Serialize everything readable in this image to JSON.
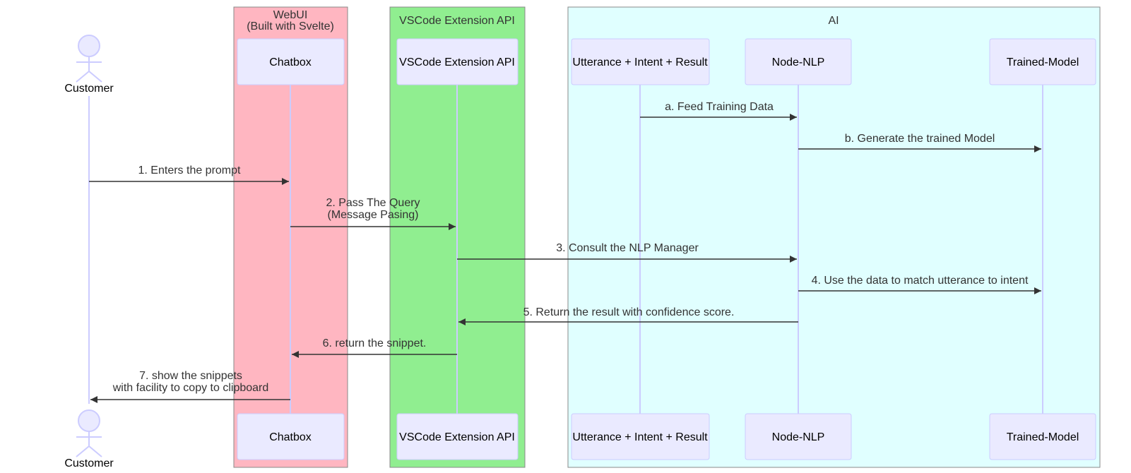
{
  "groups": {
    "webui": {
      "line1": "WebUI",
      "line2": "(Built with Svelte)",
      "fill": "#ffb6c1"
    },
    "vscode": {
      "label": "VSCode Extension API",
      "fill": "#90ee90"
    },
    "ai": {
      "label": "AI",
      "fill": "#e0ffff"
    }
  },
  "participants": {
    "customer": "Customer",
    "chatbox": "Chatbox",
    "vscode_api": "VSCode Extension API",
    "utterance": "Utterance + Intent + Result",
    "node_nlp": "Node-NLP",
    "trained_model": "Trained-Model"
  },
  "messages": {
    "m_a": "a. Feed Training Data",
    "m_b": "b. Generate the trained Model",
    "m_1": "1. Enters the prompt",
    "m_2_line1": "2. Pass The Query",
    "m_2_line2": "(Message Pasing)",
    "m_3": "3. Consult the NLP Manager",
    "m_4": "4. Use the data to match utterance to intent",
    "m_5": "5. Return the result with confidence score.",
    "m_6": "6. return the snippet.",
    "m_7_line1": "7. show the snippets",
    "m_7_line2": "with facility to copy to clipboard"
  },
  "colors": {
    "participant_fill": "#eaeaff",
    "participant_stroke": "#ccccff",
    "lifeline": "#ccccff",
    "arrow": "#333333"
  }
}
